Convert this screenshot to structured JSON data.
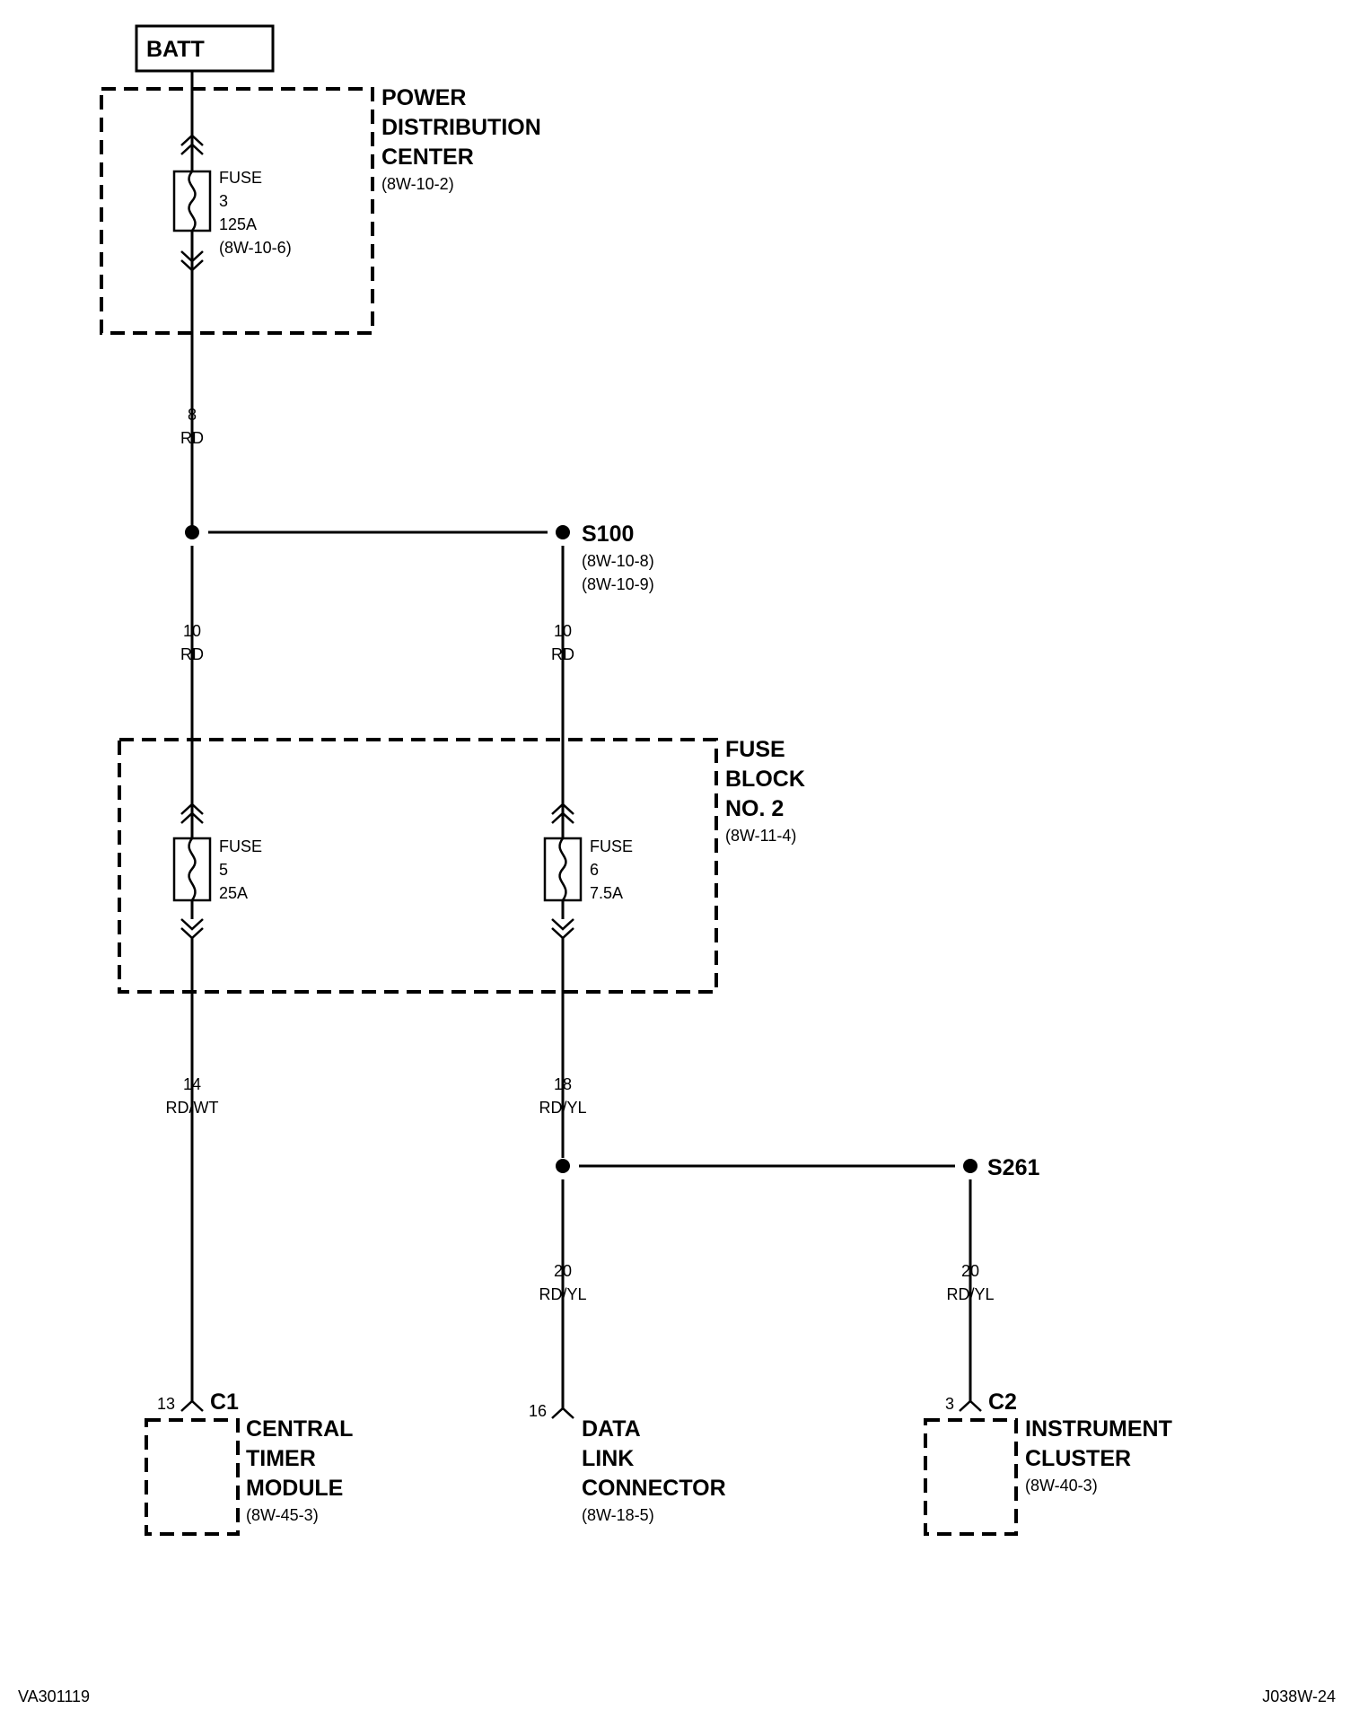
{
  "batt": {
    "label": "BATT"
  },
  "pdc": {
    "name_lines": [
      "POWER",
      "DISTRIBUTION",
      "CENTER"
    ],
    "ref": "(8W-10-2)",
    "fuse": {
      "label": "FUSE",
      "number": "3",
      "rating": "125A",
      "ref": "(8W-10-6)"
    }
  },
  "wire_batt_splice": {
    "gauge": "8",
    "color": "RD"
  },
  "s100": {
    "label": "S100",
    "refs": [
      "(8W-10-8)",
      "(8W-10-9)"
    ]
  },
  "wire_left_to_fb": {
    "gauge": "10",
    "color": "RD"
  },
  "wire_right_to_fb": {
    "gauge": "10",
    "color": "RD"
  },
  "fuse_block": {
    "name_lines": [
      "FUSE",
      "BLOCK",
      "NO. 2"
    ],
    "ref": "(8W-11-4)",
    "fuse5": {
      "label": "FUSE",
      "number": "5",
      "rating": "25A"
    },
    "fuse6": {
      "label": "FUSE",
      "number": "6",
      "rating": "7.5A"
    }
  },
  "wire_ctm": {
    "gauge": "14",
    "color": "RD/WT"
  },
  "wire_fuse6_out": {
    "gauge": "18",
    "color": "RD/YL"
  },
  "s261": {
    "label": "S261"
  },
  "wire_dlc": {
    "gauge": "20",
    "color": "RD/YL"
  },
  "wire_ic": {
    "gauge": "20",
    "color": "RD/YL"
  },
  "ctm": {
    "connector": "C1",
    "pin": "13",
    "name_lines": [
      "CENTRAL",
      "TIMER",
      "MODULE"
    ],
    "ref": "(8W-45-3)"
  },
  "dlc": {
    "pin": "16",
    "name_lines": [
      "DATA",
      "LINK",
      "CONNECTOR"
    ],
    "ref": "(8W-18-5)"
  },
  "ic": {
    "connector": "C2",
    "pin": "3",
    "name_lines": [
      "INSTRUMENT",
      "CLUSTER"
    ],
    "ref": "(8W-40-3)"
  },
  "footer": {
    "left_code": "VA301119",
    "right_code": "J038W-24"
  }
}
